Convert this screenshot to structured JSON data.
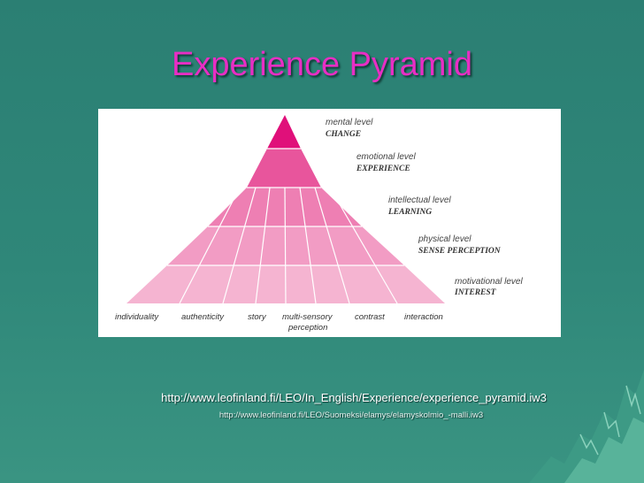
{
  "title": "Experience Pyramid",
  "levels": [
    {
      "name": "mental level",
      "key": "CHANGE"
    },
    {
      "name": "emotional level",
      "key": "EXPERIENCE"
    },
    {
      "name": "intellectual level",
      "key": "LEARNING"
    },
    {
      "name": "physical level",
      "key": "SENSE PERCEPTION"
    },
    {
      "name": "motivational level",
      "key": "INTEREST"
    }
  ],
  "categories": [
    "individuality",
    "authenticity",
    "story",
    "multi-sensory",
    "perception",
    "contrast",
    "interaction"
  ],
  "links": [
    "http://www.leofinland.fi/LEO/In_English/Experience/experience_pyramid.iw3",
    "http://www.leofinland.fi/LEO/Suomeksi/elamys/elamyskolmio_-malli.iw3"
  ],
  "colors": {
    "title": "#e82ec4",
    "level_fills": [
      "#e0107a",
      "#e8559c",
      "#ee7fb3",
      "#f29cc4",
      "#f5b4d1"
    ],
    "background": "#2f8779"
  }
}
